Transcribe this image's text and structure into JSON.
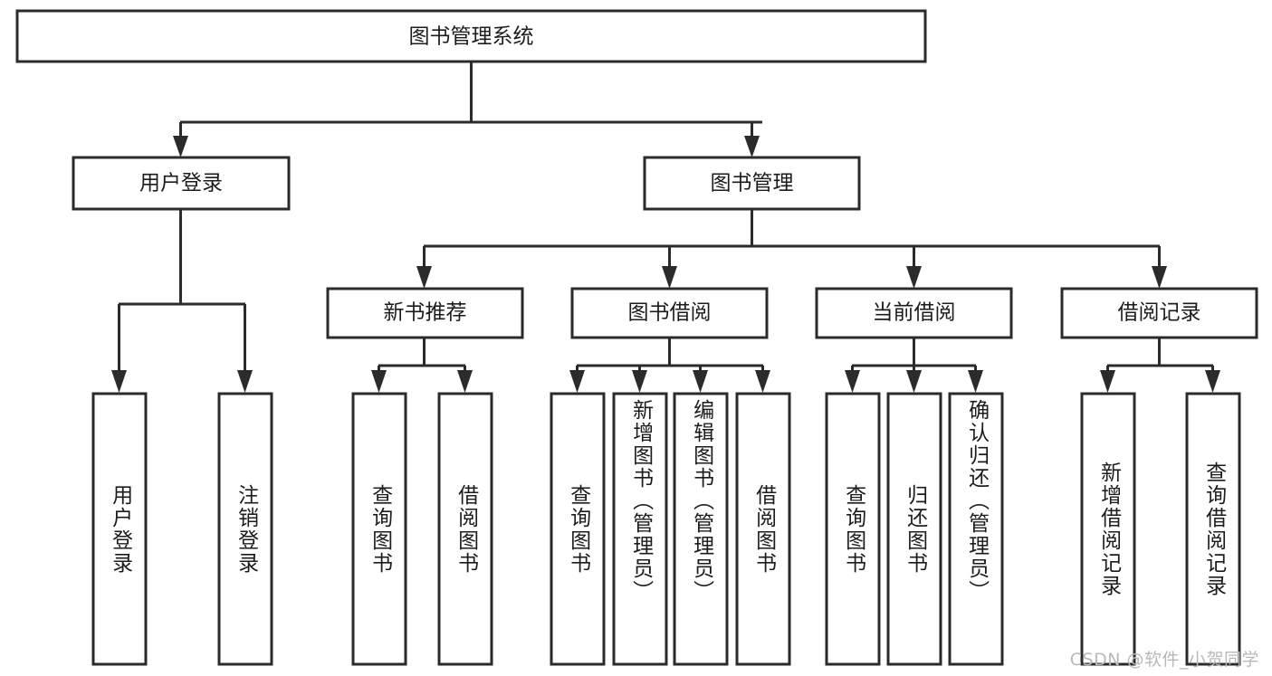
{
  "diagram": {
    "title": "图书管理系统",
    "type": "tree",
    "root": {
      "id": "root",
      "label": "图书管理系统"
    },
    "level2": [
      {
        "id": "user-login",
        "label": "用户登录"
      },
      {
        "id": "book-manage",
        "label": "图书管理"
      }
    ],
    "level3": [
      {
        "id": "new-book-rec",
        "label": "新书推荐",
        "parent": "book-manage"
      },
      {
        "id": "book-borrow",
        "label": "图书借阅",
        "parent": "book-manage"
      },
      {
        "id": "current-borrow",
        "label": "当前借阅",
        "parent": "book-manage"
      },
      {
        "id": "borrow-record",
        "label": "借阅记录",
        "parent": "book-manage"
      }
    ],
    "leaves": [
      {
        "id": "leaf-user-login",
        "label": "用户登录",
        "parent": "user-login"
      },
      {
        "id": "leaf-user-logout",
        "label": "注销登录",
        "parent": "user-login"
      },
      {
        "id": "leaf-query-book-1",
        "label": "查询图书",
        "parent": "new-book-rec"
      },
      {
        "id": "leaf-borrow-book-1",
        "label": "借阅图书",
        "parent": "new-book-rec"
      },
      {
        "id": "leaf-query-book-2",
        "label": "查询图书",
        "parent": "book-borrow"
      },
      {
        "id": "leaf-add-book",
        "label": "新增图书（管理员）",
        "parent": "book-borrow"
      },
      {
        "id": "leaf-edit-book",
        "label": "编辑图书（管理员）",
        "parent": "book-borrow"
      },
      {
        "id": "leaf-borrow-book-2",
        "label": "借阅图书",
        "parent": "book-borrow"
      },
      {
        "id": "leaf-query-book-3",
        "label": "查询图书",
        "parent": "current-borrow"
      },
      {
        "id": "leaf-return-book",
        "label": "归还图书",
        "parent": "current-borrow"
      },
      {
        "id": "leaf-confirm-return",
        "label": "确认归还（管理员）",
        "parent": "current-borrow"
      },
      {
        "id": "leaf-add-record",
        "label": "新增借阅记录",
        "parent": "borrow-record"
      },
      {
        "id": "leaf-query-record",
        "label": "查询借阅记录",
        "parent": "borrow-record"
      }
    ],
    "colors": {
      "stroke": "#2b2b2b",
      "fill": "#ffffff",
      "text": "#1c1c1c",
      "watermark": "#b9b9b9",
      "background": "#ffffff"
    }
  },
  "watermark": {
    "text": "CSDN @软件_小贺同学"
  }
}
